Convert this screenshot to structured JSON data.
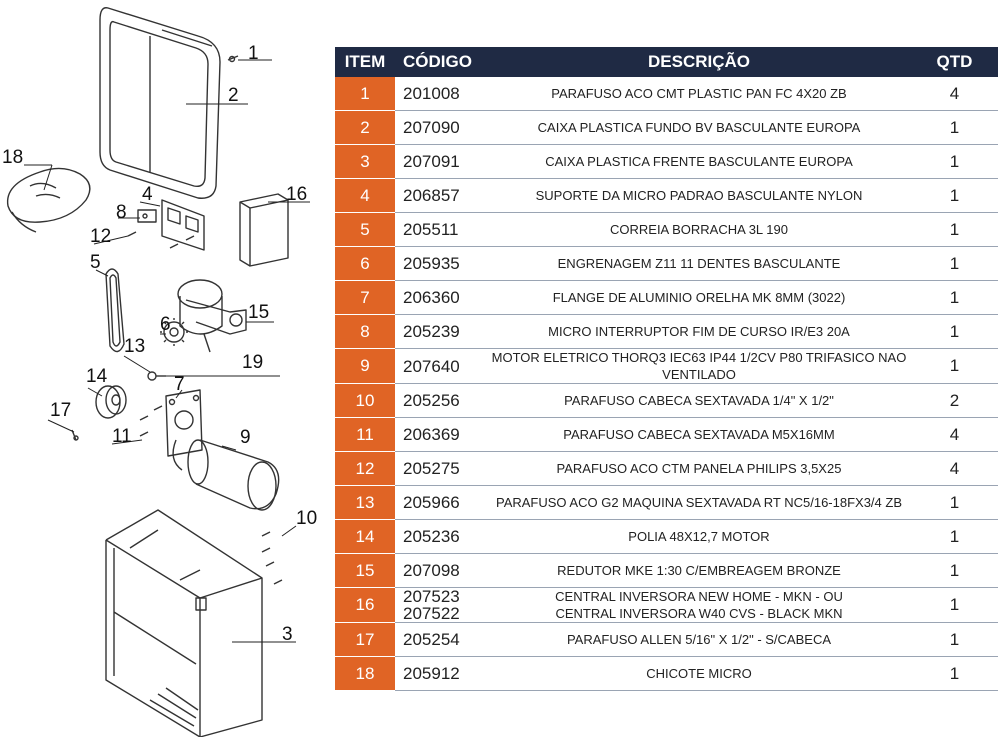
{
  "callouts": [
    "1",
    "2",
    "3",
    "4",
    "5",
    "6",
    "7",
    "8",
    "9",
    "10",
    "11",
    "12",
    "13",
    "14",
    "15",
    "16",
    "17",
    "18",
    "19"
  ],
  "table": {
    "headers": {
      "item": "ITEM",
      "code": "CÓDIGO",
      "desc": "DESCRIÇÃO",
      "qty": "QTD"
    },
    "rows": [
      {
        "item": "1",
        "codes": [
          "201008"
        ],
        "descs": [
          "PARAFUSO ACO CMT PLASTIC PAN FC 4X20 ZB"
        ],
        "qty": "4"
      },
      {
        "item": "2",
        "codes": [
          "207090"
        ],
        "descs": [
          "CAIXA PLASTICA FUNDO BV BASCULANTE EUROPA"
        ],
        "qty": "1"
      },
      {
        "item": "3",
        "codes": [
          "207091"
        ],
        "descs": [
          "CAIXA PLASTICA FRENTE BASCULANTE EUROPA"
        ],
        "qty": "1"
      },
      {
        "item": "4",
        "codes": [
          "206857"
        ],
        "descs": [
          "SUPORTE DA MICRO PADRAO BASCULANTE NYLON"
        ],
        "qty": "1"
      },
      {
        "item": "5",
        "codes": [
          "205511"
        ],
        "descs": [
          "CORREIA BORRACHA 3L 190"
        ],
        "qty": "1"
      },
      {
        "item": "6",
        "codes": [
          "205935"
        ],
        "descs": [
          "ENGRENAGEM Z11 11 DENTES BASCULANTE"
        ],
        "qty": "1"
      },
      {
        "item": "7",
        "codes": [
          "206360"
        ],
        "descs": [
          "FLANGE DE ALUMINIO ORELHA MK 8MM (3022)"
        ],
        "qty": "1"
      },
      {
        "item": "8",
        "codes": [
          "205239"
        ],
        "descs": [
          "MICRO INTERRUPTOR FIM DE CURSO IR/E3 20A"
        ],
        "qty": "1"
      },
      {
        "item": "9",
        "codes": [
          "207640"
        ],
        "descs": [
          "MOTOR ELETRICO THORQ3 IEC63 IP44 1/2CV P80 TRIFASICO NAO VENTILADO"
        ],
        "qty": "1"
      },
      {
        "item": "10",
        "codes": [
          "205256"
        ],
        "descs": [
          "PARAFUSO CABECA SEXTAVADA 1/4\" X 1/2\""
        ],
        "qty": "2"
      },
      {
        "item": "11",
        "codes": [
          "206369"
        ],
        "descs": [
          "PARAFUSO CABECA SEXTAVADA M5X16MM"
        ],
        "qty": "4"
      },
      {
        "item": "12",
        "codes": [
          "205275"
        ],
        "descs": [
          "PARAFUSO ACO CTM PANELA PHILIPS 3,5X25"
        ],
        "qty": "4"
      },
      {
        "item": "13",
        "codes": [
          "205966"
        ],
        "descs": [
          "PARAFUSO ACO G2 MAQUINA SEXTAVADA RT NC5/16-18FX3/4 ZB"
        ],
        "qty": "1"
      },
      {
        "item": "14",
        "codes": [
          "205236"
        ],
        "descs": [
          "POLIA 48X12,7 MOTOR"
        ],
        "qty": "1"
      },
      {
        "item": "15",
        "codes": [
          "207098"
        ],
        "descs": [
          "REDUTOR MKE 1:30 C/EMBREAGEM BRONZE"
        ],
        "qty": "1"
      },
      {
        "item": "16",
        "codes": [
          "207523",
          "207522"
        ],
        "descs": [
          "CENTRAL INVERSORA NEW HOME - MKN - OU",
          "CENTRAL INVERSORA W40 CVS - BLACK MKN"
        ],
        "qty": "1"
      },
      {
        "item": "17",
        "codes": [
          "205254"
        ],
        "descs": [
          "PARAFUSO ALLEN 5/16\" X 1/2\" - S/CABECA"
        ],
        "qty": "1"
      },
      {
        "item": "18",
        "codes": [
          "205912"
        ],
        "descs": [
          "CHICOTE MICRO"
        ],
        "qty": "1"
      }
    ]
  }
}
